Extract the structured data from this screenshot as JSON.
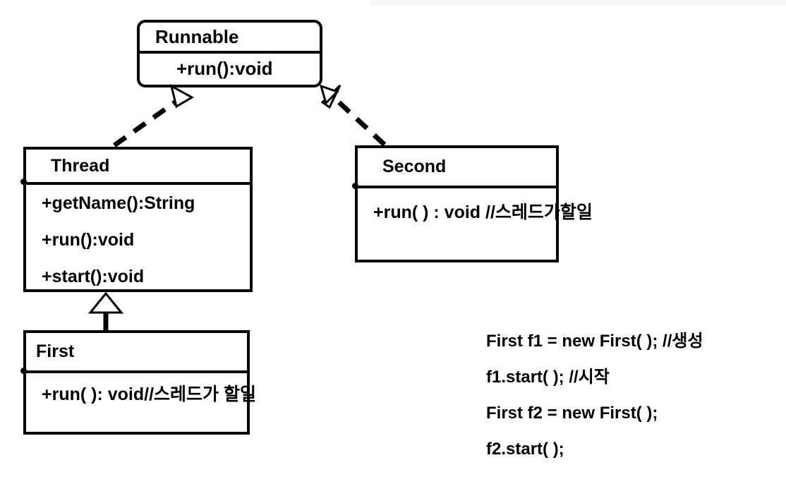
{
  "diagram": {
    "type": "uml-class-diagram",
    "title": "Runnable / Thread / First / Second UML class diagram",
    "background_color": "#ffffff",
    "line_color": "#000000",
    "classes": [
      {
        "id": "runnable",
        "name": "Runnable",
        "shape": "rounded-rect",
        "operations": [
          "+run():void"
        ]
      },
      {
        "id": "thread",
        "name": "Thread",
        "shape": "rect",
        "operations": [
          "+getName():String",
          "+run():void",
          "+start():void"
        ]
      },
      {
        "id": "second",
        "name": "Second",
        "shape": "rect",
        "operations": [
          "+run( ) : void //스레드가할일"
        ]
      },
      {
        "id": "first",
        "name": "First",
        "shape": "rect",
        "operations": [
          "+run( ): void//스레드가 할일"
        ]
      }
    ],
    "relationships": [
      {
        "id": "thread-implements-runnable",
        "from": "thread",
        "to": "runnable",
        "kind": "realization",
        "line_style": "dashed",
        "arrowhead": "hollow-triangle"
      },
      {
        "id": "second-implements-runnable",
        "from": "second",
        "to": "runnable",
        "kind": "realization",
        "line_style": "dashed",
        "arrowhead": "hollow-triangle"
      },
      {
        "id": "first-extends-thread",
        "from": "first",
        "to": "thread",
        "kind": "generalization",
        "line_style": "solid",
        "arrowhead": "hollow-triangle"
      }
    ]
  },
  "code": {
    "lines": [
      "First f1  =  new First( ); //생성",
      "f1.start( ); //시작",
      "First f2  =  new First( );",
      "f2.start(  );"
    ]
  }
}
